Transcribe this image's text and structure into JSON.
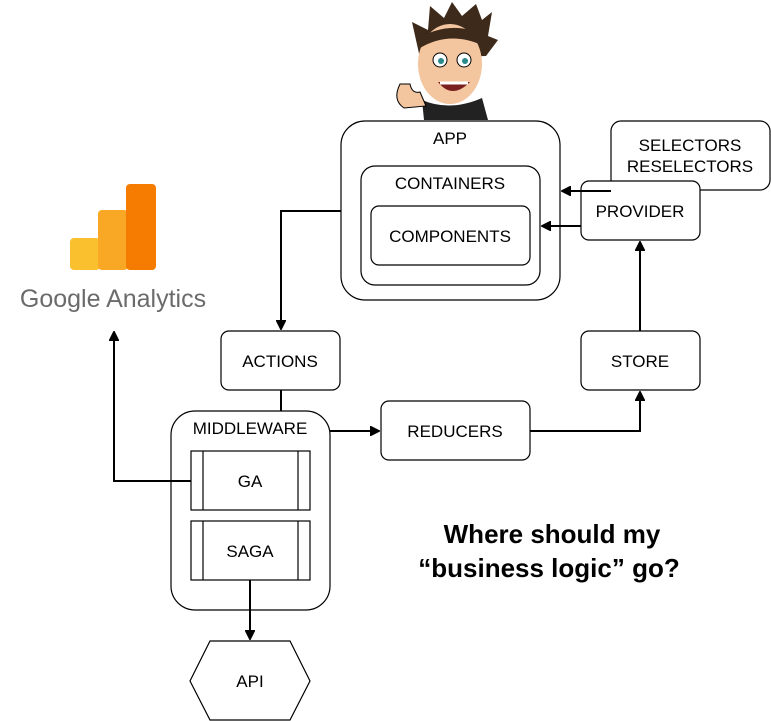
{
  "diagram": {
    "nodes": {
      "app": "APP",
      "containers": "CONTAINERS",
      "components": "COMPONENTS",
      "selectors_line1": "SELECTORS",
      "selectors_line2": "RESELECTORS",
      "provider": "PROVIDER",
      "actions": "ACTIONS",
      "store": "STORE",
      "middleware": "MIDDLEWARE",
      "reducers": "REDUCERS",
      "ga": "GA",
      "saga": "SAGA",
      "api": "API"
    },
    "question_line1": "Where should my",
    "question_line2": "“business logic” go?"
  },
  "logo": {
    "brand_text": "Google Analytics",
    "colors": {
      "bar_light": "#FBC02D",
      "bar_mid": "#F9A825",
      "bar_dark": "#F57C00",
      "text": "#6b6b6b"
    }
  },
  "mascot": {
    "icon": "cartoon-mascot-icon"
  }
}
